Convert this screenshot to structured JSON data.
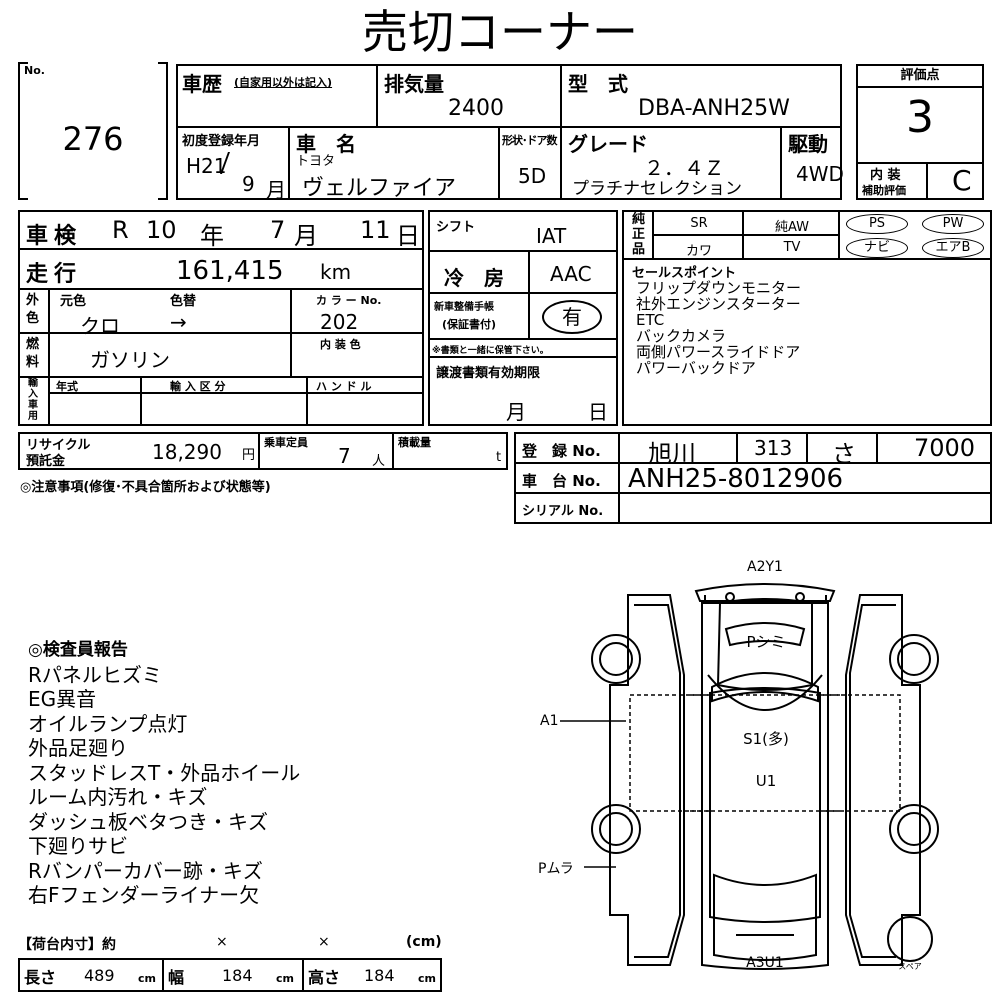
{
  "title": "売切コーナー",
  "no_label": "No.",
  "no_value": "276",
  "history": {
    "label": "車歴",
    "note": "(自家用以外は記入)"
  },
  "displacement": {
    "label": "排気量",
    "value": "2400"
  },
  "model_type": {
    "label": "型　式",
    "value": "DBA-ANH25W"
  },
  "grade_score": {
    "label": "評価点",
    "value": "3"
  },
  "first_reg": {
    "label": "初度登録年月",
    "era": "H21",
    "month": "9",
    "month_unit": "月"
  },
  "car_name": {
    "label": "車　名",
    "maker": "トヨタ",
    "name": "ヴェルファイア"
  },
  "door": {
    "label": "形状･ドア数",
    "value": "5D"
  },
  "grade": {
    "label": "グレード",
    "line1": "２．４Ｚ",
    "line2": "プラチナセレクション"
  },
  "drive": {
    "label": "駆動",
    "value": "4WD"
  },
  "interior_score": {
    "label1": "内 装",
    "label2": "補助評価",
    "value": "C"
  },
  "shaken": {
    "label": "車検",
    "era": "R",
    "year": "10",
    "y_unit": "年",
    "month": "7",
    "m_unit": "月",
    "day": "11",
    "d_unit": "日"
  },
  "shift": {
    "label": "シフト",
    "value": "IAT"
  },
  "options_label": "純正品",
  "options": {
    "sr": "SR",
    "aw": "純AW",
    "ps": "PS",
    "pw": "PW",
    "kawa": "カワ",
    "tv": "TV",
    "navi": "ナビ",
    "airbag": "エアB"
  },
  "mileage": {
    "label": "走行",
    "value": "161,415",
    "unit": "km"
  },
  "ac": {
    "label": "冷　房",
    "value": "AAC"
  },
  "color": {
    "side_label": "外色",
    "orig_label": "元色",
    "change_label": "色替",
    "orig": "クロ",
    "arrow": "→",
    "code_label": "カ ラ ー No.",
    "code": "202",
    "interior_label": "内 装 色"
  },
  "manual": {
    "label1": "新車整備手帳",
    "label2": "(保証書付)",
    "value": "有",
    "note": "※書類と一緒に保管下さい。"
  },
  "sales_points": {
    "label": "セールスポイント",
    "items": [
      "フリップダウンモニター",
      "社外エンジンスターター",
      "ETC",
      "バックカメラ",
      "両側パワースライドドア",
      "パワーバックドア"
    ]
  },
  "fuel": {
    "label": "燃料",
    "value": "ガソリン"
  },
  "import": {
    "label": "輸入車用",
    "year_label": "年式",
    "class_label": "輸 入 区 分",
    "handle_label": "ハ ン ド ル"
  },
  "transfer_docs": {
    "label": "譲渡書類有効期限",
    "month": "月",
    "day": "日"
  },
  "recycle": {
    "label1": "リサイクル",
    "label2": "預託金",
    "value": "18,290",
    "unit": "円"
  },
  "capacity": {
    "label": "乗車定員",
    "value": "7",
    "unit": "人"
  },
  "load": {
    "label": "積載量",
    "unit": "t"
  },
  "registration": {
    "label": "登　録 No.",
    "area": "旭川",
    "num": "313",
    "kana": "さ",
    "serial": "7000"
  },
  "chassis": {
    "label": "車　台 No.",
    "value": "ANH25-8012906"
  },
  "serial_no": {
    "label": "シリアル No."
  },
  "caution": "◎注意事項(修復･不具合箇所および状態等)",
  "inspector": {
    "label": "◎検査員報告",
    "items": [
      "Rパネルヒズミ",
      "EG異音",
      "オイルランプ点灯",
      "外品足廻り",
      "スタッドレスT・外品ホイール",
      "ルーム内汚れ・キズ",
      "ダッシュ板ベタつき・キズ",
      "下廻りサビ",
      "Rバンパーカバー跡・キズ",
      "右Fフェンダーライナー欠"
    ]
  },
  "cargo": {
    "label": "【荷台内寸】約",
    "x1": "×",
    "x2": "×",
    "unit": "(cm)",
    "len_label": "長さ",
    "len": "489",
    "wid_label": "幅",
    "wid": "184",
    "hei_label": "高さ",
    "hei": "184",
    "cm": "cm"
  },
  "diagram": {
    "top": "A2Y1",
    "p_shimi": "Pシミ",
    "a1": "A1",
    "s1": "S1(多)",
    "u1": "U1",
    "p_mura": "Pムラ",
    "bottom": "A3U1",
    "spare": "スペア"
  }
}
